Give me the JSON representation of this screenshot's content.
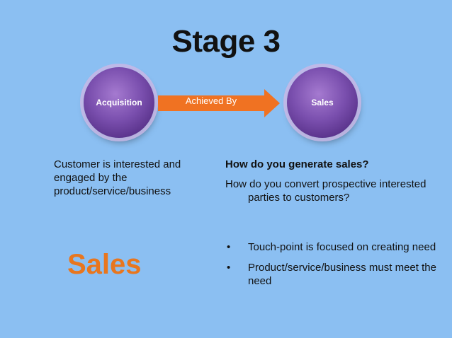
{
  "title": "Stage 3",
  "diagram": {
    "left_node": "Acquisition",
    "arrow_label": "Achieved By",
    "right_node": "Sales",
    "arrow_color": "#f07222",
    "node_color": "#6d43a3"
  },
  "left": {
    "description": "Customer is interested and engaged by the product/service/business",
    "big_label": "Sales"
  },
  "right": {
    "question1": "How do you generate sales?",
    "question2": "How do you convert prospective interested parties to customers?",
    "bullets": [
      "Touch-point is focused on creating need",
      "Product/service/business must meet the need"
    ]
  }
}
